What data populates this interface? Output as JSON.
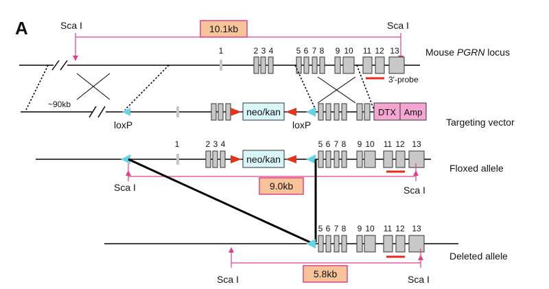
{
  "panel_letter": "A",
  "row_labels": {
    "locus_prefix": "Mouse ",
    "locus_gene": "PGRN",
    "locus_suffix": " locus",
    "vector": "Targeting vector",
    "floxed": "Floxed allele",
    "deleted": "Deleted allele"
  },
  "restriction_site": "Sca I",
  "fragments": {
    "wild_type": "10.1kb",
    "floxed": "9.0kb",
    "deleted": "5.8kb"
  },
  "labels": {
    "loxp": "loxP",
    "probe": "3'-probe",
    "arm": "~90kb"
  },
  "cassettes": {
    "neo": "neo/kan",
    "dtx": "DTX",
    "amp": "Amp"
  },
  "exon_numbers": {
    "locus": [
      "1",
      "2",
      "3",
      "4",
      "5",
      "6",
      "7",
      "8",
      "9",
      "10",
      "11",
      "12",
      "13"
    ],
    "floxed": [
      "1",
      "2",
      "3",
      "4",
      "5",
      "6",
      "7",
      "8",
      "9",
      "10",
      "11",
      "12",
      "13"
    ],
    "deleted": [
      "5",
      "6",
      "7",
      "8",
      "9",
      "10",
      "11",
      "12",
      "13"
    ]
  },
  "colors": {
    "exon_fill": "#c8c8c8",
    "size_box_fill": "#f7c49a",
    "size_box_stroke": "#e0408a",
    "arrow": "#e0408a",
    "neo_fill": "#d8f6f8",
    "dtx_fill": "#f4a6d2",
    "loxp": "#63d3e6",
    "frt": "#e0341c",
    "probe": "#e52a1a"
  }
}
